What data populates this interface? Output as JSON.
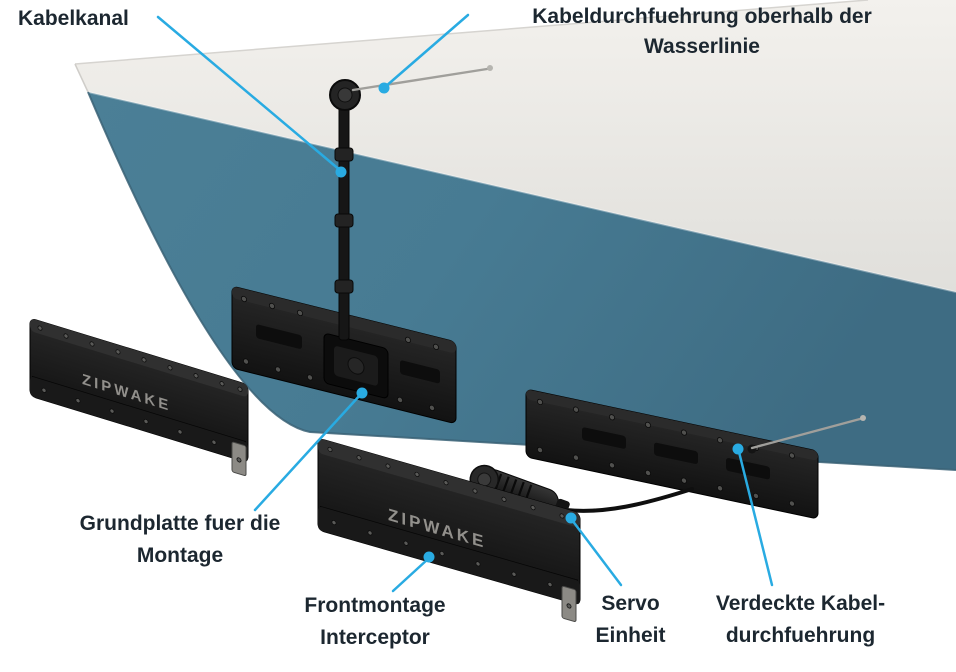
{
  "labels": {
    "kabelkanal": "Kabelkanal",
    "kabeldurchfuehrung": [
      "Kabeldurchfuehrung oberhalb der",
      "Wasserlinie"
    ],
    "grundplatte": [
      "Grundplatte fuer die",
      "Montage"
    ],
    "frontmontage": [
      "Frontmontage",
      "Interceptor"
    ],
    "servo": [
      "Servo",
      "Einheit"
    ],
    "verdeckte": [
      "Verdeckte Kabel-",
      "durchfuehrung"
    ]
  },
  "brand": "ZIPWAKE",
  "colors": {
    "leader_line": "#29abe2",
    "label_text": "#1c2730",
    "hull_bottom_paint": "#44758c",
    "hull_topside": "#ebe9e5",
    "unit_body": "#1e1e1e"
  }
}
